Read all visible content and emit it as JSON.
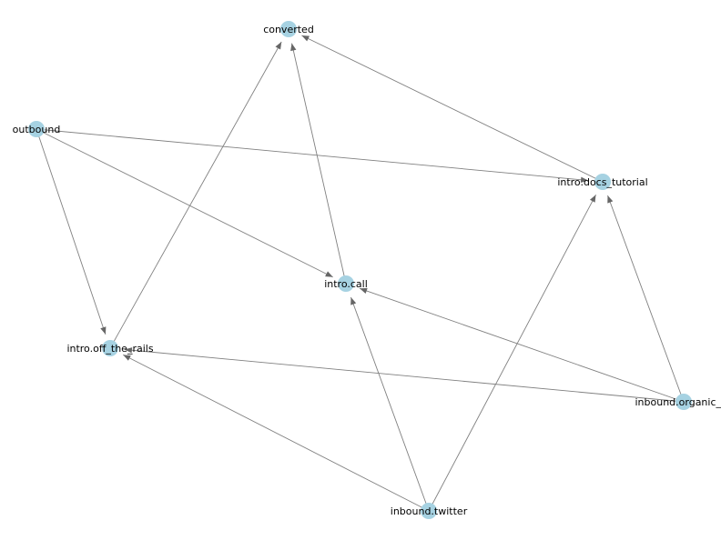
{
  "graph": {
    "node_color": "#a6d2e2",
    "edge_color": "#808080",
    "nodes": [
      {
        "id": "converted",
        "label": "converted"
      },
      {
        "id": "outbound",
        "label": "outbound"
      },
      {
        "id": "intro_docs_tutorial",
        "label": "intro.docs_tutorial"
      },
      {
        "id": "intro_call",
        "label": "intro.call"
      },
      {
        "id": "intro_off_the_rails",
        "label": "intro.off_the_rails"
      },
      {
        "id": "inbound_organic_search",
        "label": "inbound.organic_se"
      },
      {
        "id": "inbound_twitter",
        "label": "inbound.twitter"
      }
    ],
    "edges": [
      {
        "source": "outbound",
        "target": "intro_docs_tutorial"
      },
      {
        "source": "outbound",
        "target": "intro_call"
      },
      {
        "source": "outbound",
        "target": "intro_off_the_rails"
      },
      {
        "source": "intro_docs_tutorial",
        "target": "converted"
      },
      {
        "source": "intro_call",
        "target": "converted"
      },
      {
        "source": "intro_off_the_rails",
        "target": "converted"
      },
      {
        "source": "inbound_organic_search",
        "target": "intro_docs_tutorial"
      },
      {
        "source": "inbound_organic_search",
        "target": "intro_call"
      },
      {
        "source": "inbound_organic_search",
        "target": "intro_off_the_rails"
      },
      {
        "source": "inbound_twitter",
        "target": "intro_docs_tutorial"
      },
      {
        "source": "inbound_twitter",
        "target": "intro_call"
      },
      {
        "source": "inbound_twitter",
        "target": "intro_off_the_rails"
      }
    ]
  }
}
